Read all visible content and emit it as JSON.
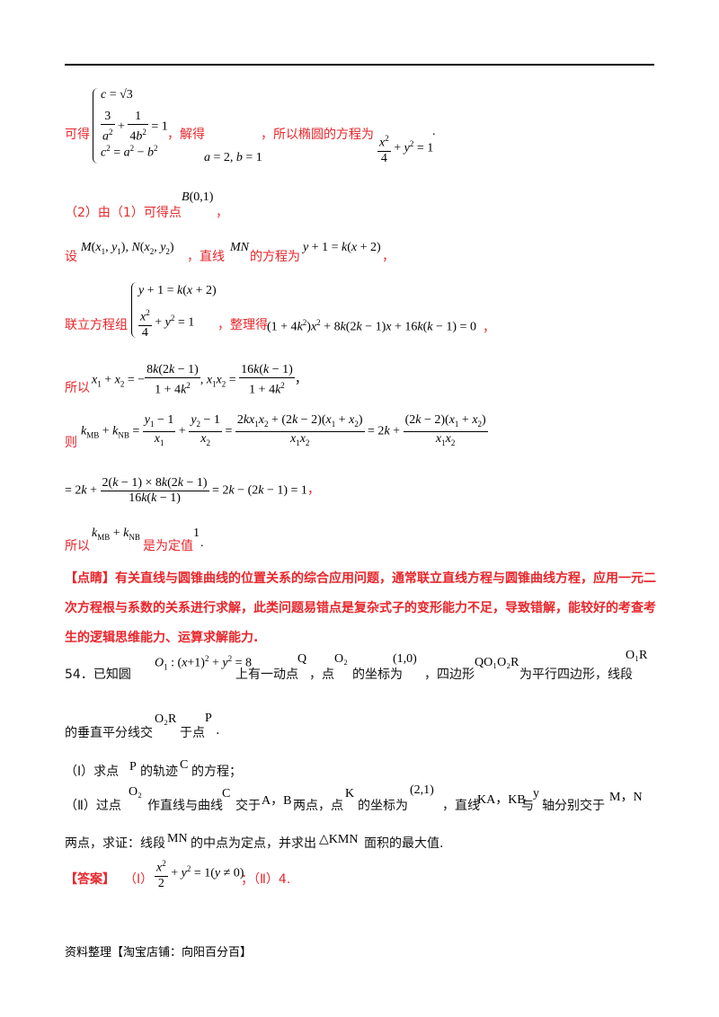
{
  "part1": {
    "lead": "可得",
    "sys": [
      "c = √3",
      "3/a² + 1/(4b²) = 1",
      "c² = a² − b²"
    ],
    "mid": "，解得",
    "solved": "a = 2, b = 1",
    "tail": "，所以椭圆的方程为",
    "eq": "x²/4 + y² = 1",
    "end": "."
  },
  "part2": {
    "l1": "（2）由（1）可得点",
    "l1_point": "B(0,1)",
    "l1_end": "，",
    "l2_a": "设",
    "l2_m": "M(x₁, y₁), N(x₂, y₂)",
    "l2_b": "，直线",
    "l2_mn": "MN",
    "l2_c": "的方程为",
    "l2_eq": "y + 1 = k(x + 2)",
    "l2_end": "，",
    "l3_a": "联立方程组",
    "l3_b": "，整理得",
    "l3_eq": "(1 + 4k²)x² + 8k(2k − 1)x + 16k(k − 1) = 0",
    "l3_end": "，",
    "l4_a": "所以",
    "l5_a": "则",
    "l7_a": "所以",
    "l7_b": "是为定值",
    "l7_c": "1",
    "l7_end": "."
  },
  "comment": {
    "tag": "【点睛】",
    "text": "有关直线与圆锥曲线的位置关系的综合应用问题，通常联立直线方程与圆锥曲线方程，应用一元二次方程根与系数的关系进行求解，此类问题易错点是复杂式子的变形能力不足，导致错解，能较好的考查考生的逻辑思维能力、运算求解能力."
  },
  "q54": {
    "num": "54．已知圆",
    "circle": "O₁ : (x+1)² + y² = 8",
    "t1": "上有一动点",
    "Q": "Q",
    "t2": "，点",
    "O2": "O₂",
    "t3": "的坐标为",
    "coord": "(1,0)",
    "t4": "，四边形",
    "quad": "QO₁O₂R",
    "t5": "为平行四边形，线段",
    "seg": "O₁R",
    "l2a": "的垂直平分线交",
    "seg2": "O₂R",
    "l2b": "于点",
    "P": "P",
    "l2end": ".",
    "i_a": "（Ⅰ）求点",
    "i_p": "P",
    "i_b": "的轨迹",
    "i_c": "C",
    "i_d": "的方程；",
    "ii_a": "（Ⅱ）过点",
    "ii_o2": "O₂",
    "ii_b": "作直线与曲线",
    "ii_c": "C",
    "ii_d": "交于",
    "ii_ab": "A，B",
    "ii_e": "两点，点",
    "ii_k": "K",
    "ii_f": "的坐标为",
    "ii_coord": "(2,1)",
    "ii_g": "，直线",
    "ii_lines": "KA，KB",
    "ii_h": "与",
    "ii_y": "y",
    "ii_i": "轴分别交于",
    "ii_mn": "M，N",
    "ii2_a": "两点，求证：线段",
    "ii2_mn": "MN",
    "ii2_b": "的中点为定点，并求出",
    "ii2_tri": "△KMN",
    "ii2_c": "面积的最大值.",
    "ans_tag": "【答案】",
    "ans_1": "（Ⅰ）",
    "ans_eq": "x²/2 + y² = 1(y ≠ 0)",
    "ans_2": "；（Ⅱ）4."
  },
  "footer": "资料整理【淘宝店铺：向阳百分百】"
}
